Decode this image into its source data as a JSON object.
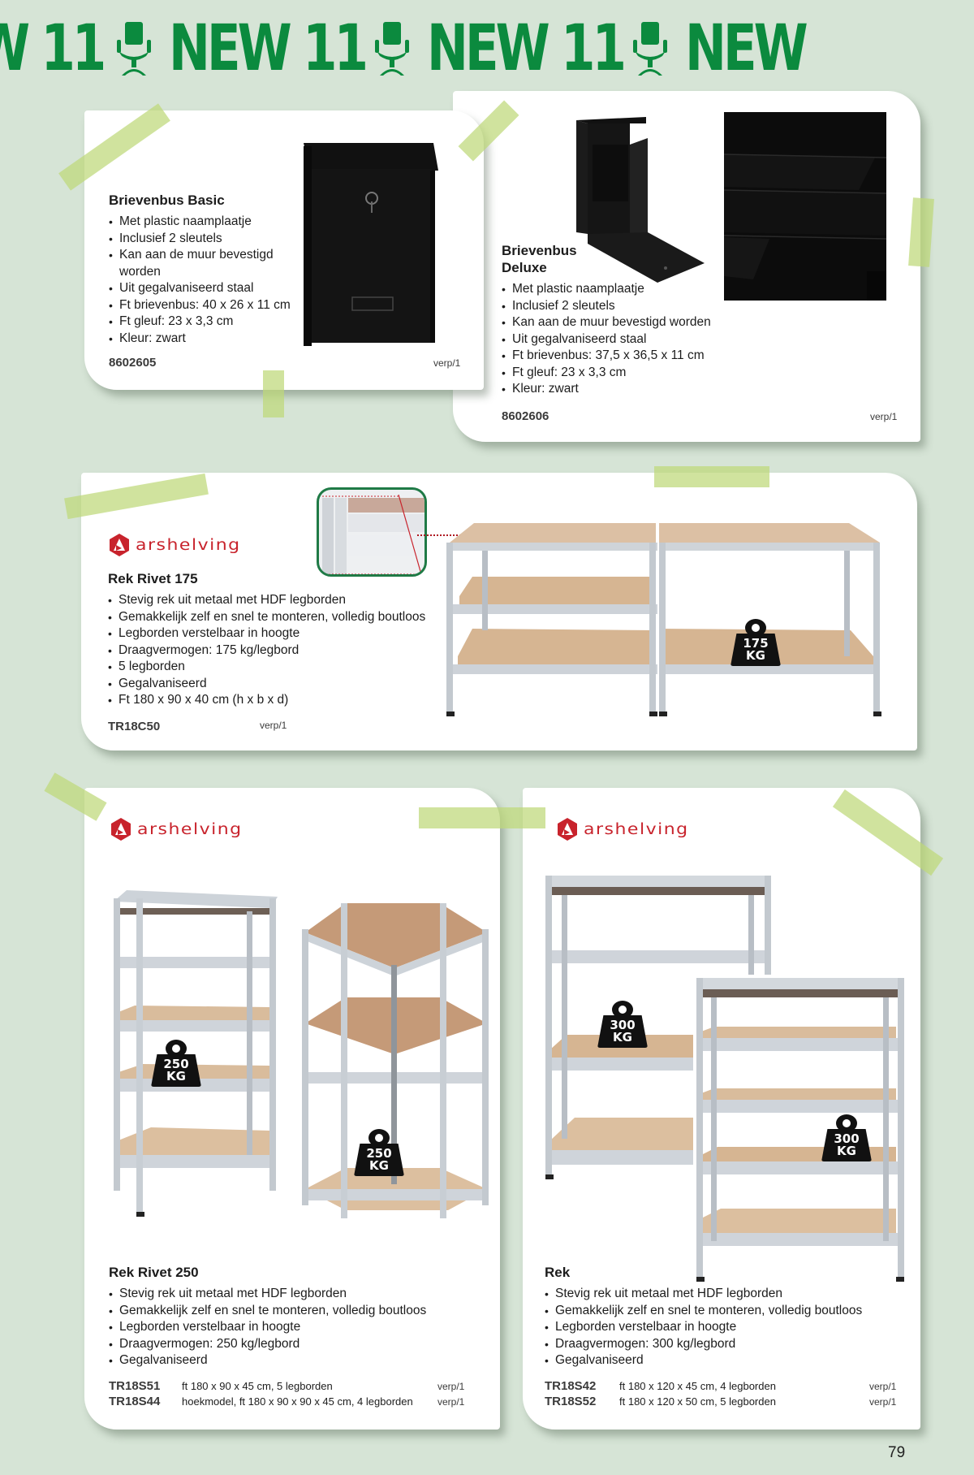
{
  "banner": {
    "segments": [
      "W 11",
      "NEW 11",
      "NEW 11",
      "NEW"
    ],
    "icon": "office-chair-icon",
    "color": "#0b8a3e"
  },
  "products": {
    "brievenbus_basic": {
      "title": "Brievenbus Basic",
      "bullets": [
        "Met plastic naamplaatje",
        "Inclusief 2 sleutels",
        "Kan aan de muur bevestigd worden",
        "Uit gegalvaniseerd staal",
        "Ft brievenbus: 40 x 26 x 11 cm",
        "Ft gleuf: 23 x 3,3 cm",
        "Kleur: zwart"
      ],
      "sku": "8602605",
      "verp": "verp/1"
    },
    "brievenbus_deluxe": {
      "title_line1": "Brievenbus",
      "title_line2": "Deluxe",
      "bullets": [
        "Met plastic naamplaatje",
        "Inclusief 2 sleutels",
        "Kan aan de muur bevestigd worden",
        "Uit gegalvaniseerd staal",
        "Ft brievenbus: 37,5 x 36,5 x 11 cm",
        "Ft gleuf: 23 x 3,3 cm",
        "Kleur: zwart"
      ],
      "sku": "8602606",
      "verp": "verp/1"
    },
    "rek_rivet_175": {
      "brand": "arshelving",
      "title": "Rek Rivet 175",
      "bullets": [
        "Stevig rek uit metaal met HDF legborden",
        "Gemakkelijk zelf en snel te monteren, volledig boutloos",
        "Legborden verstelbaar in hoogte",
        "Draagvermogen: 175 kg/legbord",
        "5 legborden",
        "Gegalvaniseerd",
        "Ft 180 x 90 x 40 cm (h x b x d)"
      ],
      "sku": "TR18C50",
      "verp": "verp/1",
      "badge_value": "175",
      "badge_unit": "KG"
    },
    "rek_rivet_250": {
      "brand": "arshelving",
      "title": "Rek Rivet 250",
      "bullets": [
        "Stevig rek uit metaal met HDF legborden",
        "Gemakkelijk zelf en snel te monteren, volledig boutloos",
        "Legborden verstelbaar in hoogte",
        "Draagvermogen: 250 kg/legbord",
        "Gegalvaniseerd"
      ],
      "variants": [
        {
          "sku": "TR18S51",
          "spec": "ft 180 x 90 x 45 cm, 5 legborden",
          "verp": "verp/1"
        },
        {
          "sku": "TR18S44",
          "spec": "hoekmodel, ft 180 x 90 x 90 x 45 cm, 4 legborden",
          "verp": "verp/1"
        }
      ],
      "badge_value": "250",
      "badge_unit": "KG"
    },
    "rek": {
      "brand": "arshelving",
      "title": "Rek",
      "bullets": [
        "Stevig rek uit metaal met HDF legborden",
        "Gemakkelijk zelf en snel te monteren, volledig boutloos",
        "Legborden verstelbaar in hoogte",
        "Draagvermogen: 300 kg/legbord",
        "Gegalvaniseerd"
      ],
      "variants": [
        {
          "sku": "TR18S42",
          "spec": "ft 180 x 120 x 45 cm, 4 legborden",
          "verp": "verp/1"
        },
        {
          "sku": "TR18S52",
          "spec": "ft 180 x 120 x 50 cm, 5 legborden",
          "verp": "verp/1"
        }
      ],
      "badge_value": "300",
      "badge_unit": "KG"
    }
  },
  "colors": {
    "background": "#d6e4d6",
    "brand_green": "#0b8a3e",
    "tape": "#bed878",
    "logo_red": "#c8232c",
    "hdf_board": "#d9b48c",
    "steel": "#c9ced3"
  },
  "page_number": "79"
}
